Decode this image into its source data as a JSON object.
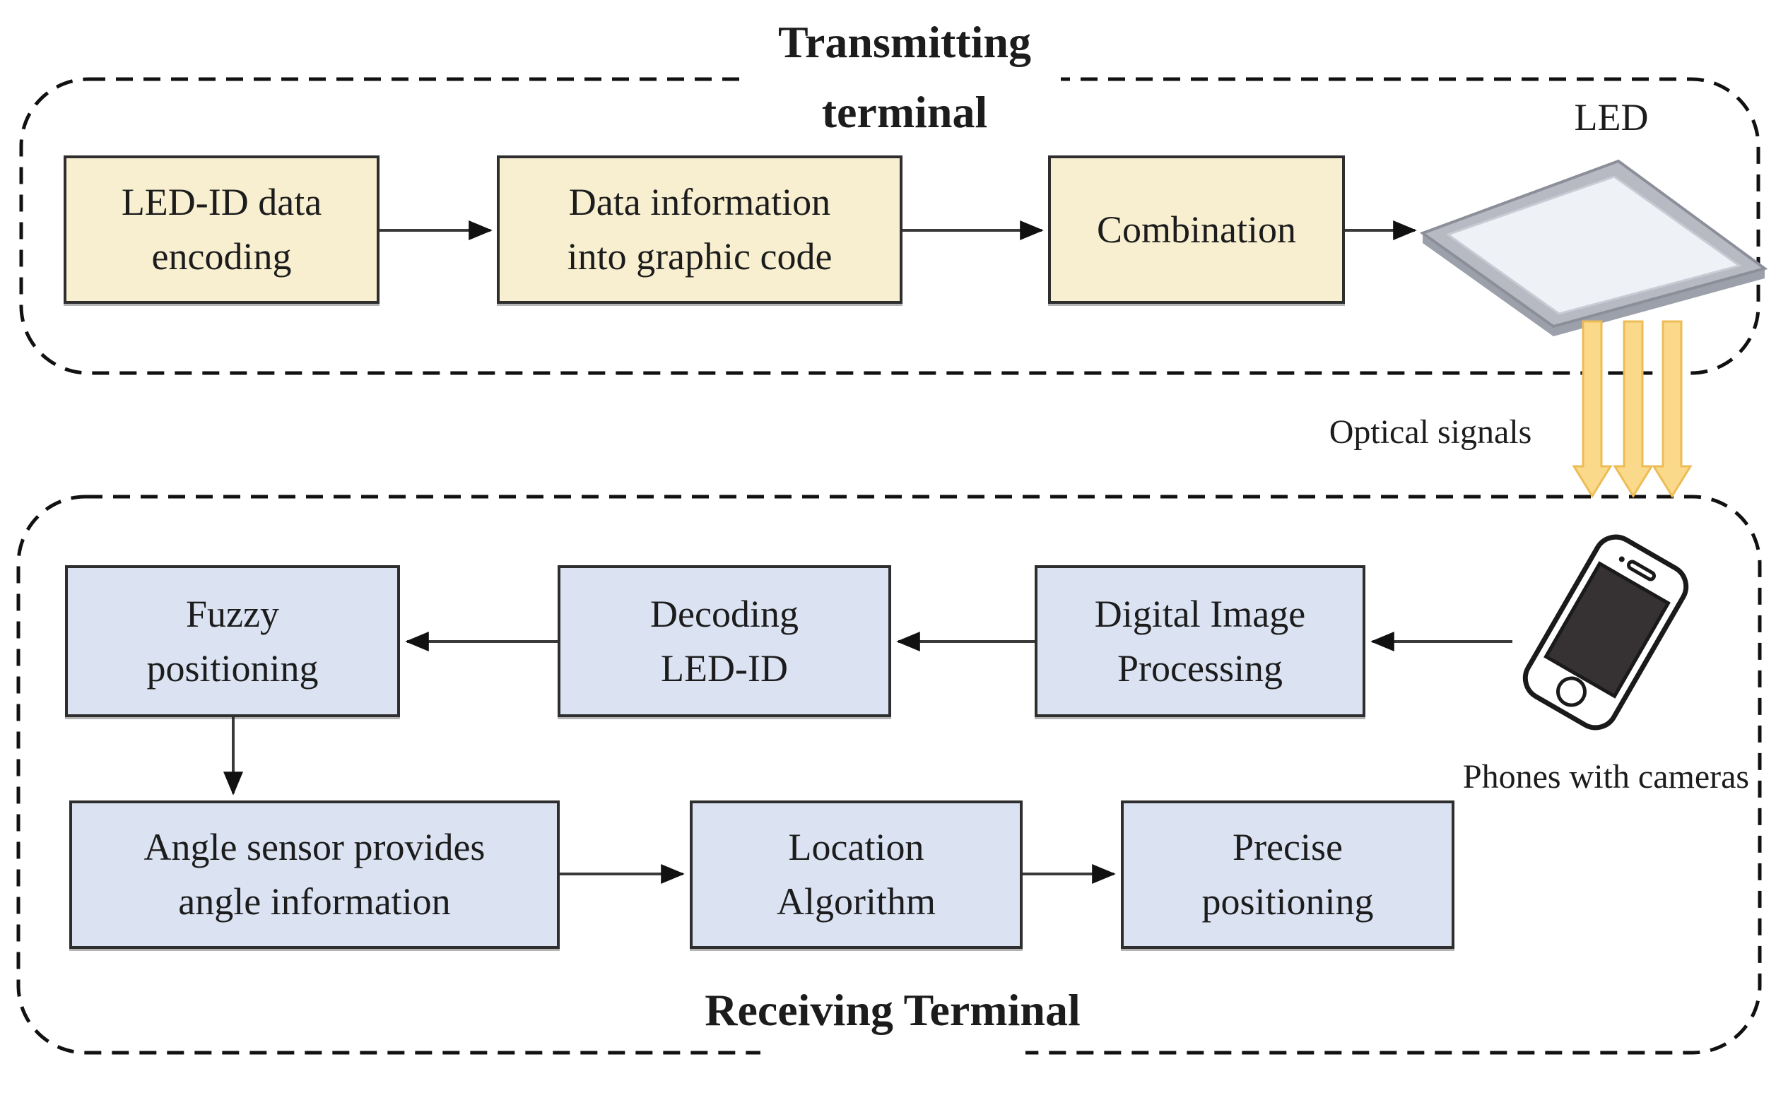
{
  "transmitting": {
    "title": {
      "line1": "Transmitting",
      "line2": "terminal"
    },
    "boxes": [
      {
        "line1": "LED-ID data",
        "line2": "encoding"
      },
      {
        "line1": "Data information",
        "line2": "into graphic code"
      },
      {
        "line1": "Combination",
        "line2": ""
      }
    ],
    "led_label": "LED",
    "box_fill": "#F8EFD0"
  },
  "channel": {
    "label": "Optical signals"
  },
  "receiving": {
    "title": {
      "line1": "Receiving",
      "line2": "Terminal"
    },
    "boxes": [
      {
        "line1": "Digital Image",
        "line2": "Processing"
      },
      {
        "line1": "Decoding",
        "line2": "LED-ID"
      },
      {
        "line1": "Fuzzy",
        "line2": "positioning"
      },
      {
        "line1": "Angle sensor provides",
        "line2": "angle information"
      },
      {
        "line1": "Location",
        "line2": "Algorithm"
      },
      {
        "line1": "Precise",
        "line2": "positioning"
      }
    ],
    "phone_label": "Phones with cameras",
    "box_fill": "#DBE3F3"
  },
  "colors": {
    "box_border": "#2E2E2E",
    "dashed_border": "#111111",
    "flow_arrow": "#3A3A3A",
    "optical_arrow_fill": "#FBD98B",
    "optical_arrow_stroke": "#ECBC55",
    "led_panel_frame": "#B7BAC2",
    "led_panel_face": "#EEF1F6",
    "text": "#1C1C1C"
  }
}
